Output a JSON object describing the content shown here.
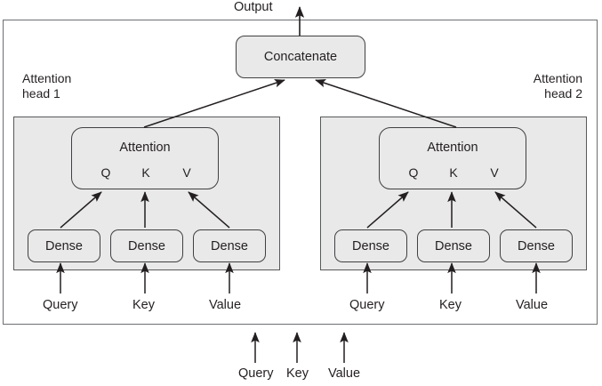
{
  "diagram": {
    "title_label": "Output",
    "concatenate": {
      "label": "Concatenate"
    },
    "heads": [
      {
        "id": "head-1",
        "caption": "Attention\nhead 1",
        "caption_line1": "Attention",
        "caption_line2": "head 1",
        "attention": {
          "label": "Attention",
          "q": "Q",
          "k": "K",
          "v": "V"
        },
        "dense": [
          {
            "label": "Dense"
          },
          {
            "label": "Dense"
          },
          {
            "label": "Dense"
          }
        ],
        "inputs": [
          {
            "label": "Query"
          },
          {
            "label": "Key"
          },
          {
            "label": "Value"
          }
        ]
      },
      {
        "id": "head-2",
        "caption": "Attention\nhead 2",
        "caption_line1": "Attention",
        "caption_line2": "head 2",
        "attention": {
          "label": "Attention",
          "q": "Q",
          "k": "K",
          "v": "V"
        },
        "dense": [
          {
            "label": "Dense"
          },
          {
            "label": "Dense"
          },
          {
            "label": "Dense"
          }
        ],
        "inputs": [
          {
            "label": "Query"
          },
          {
            "label": "Key"
          },
          {
            "label": "Value"
          }
        ]
      }
    ],
    "global_inputs": [
      {
        "label": "Query"
      },
      {
        "label": "Key"
      },
      {
        "label": "Value"
      }
    ],
    "colors": {
      "box_fill": "#e9e9e9",
      "box_stroke": "#414042",
      "panel_stroke": "#58595b",
      "frame_stroke": "#6d6e70",
      "text": "#231f20",
      "background": "#ffffff"
    }
  }
}
